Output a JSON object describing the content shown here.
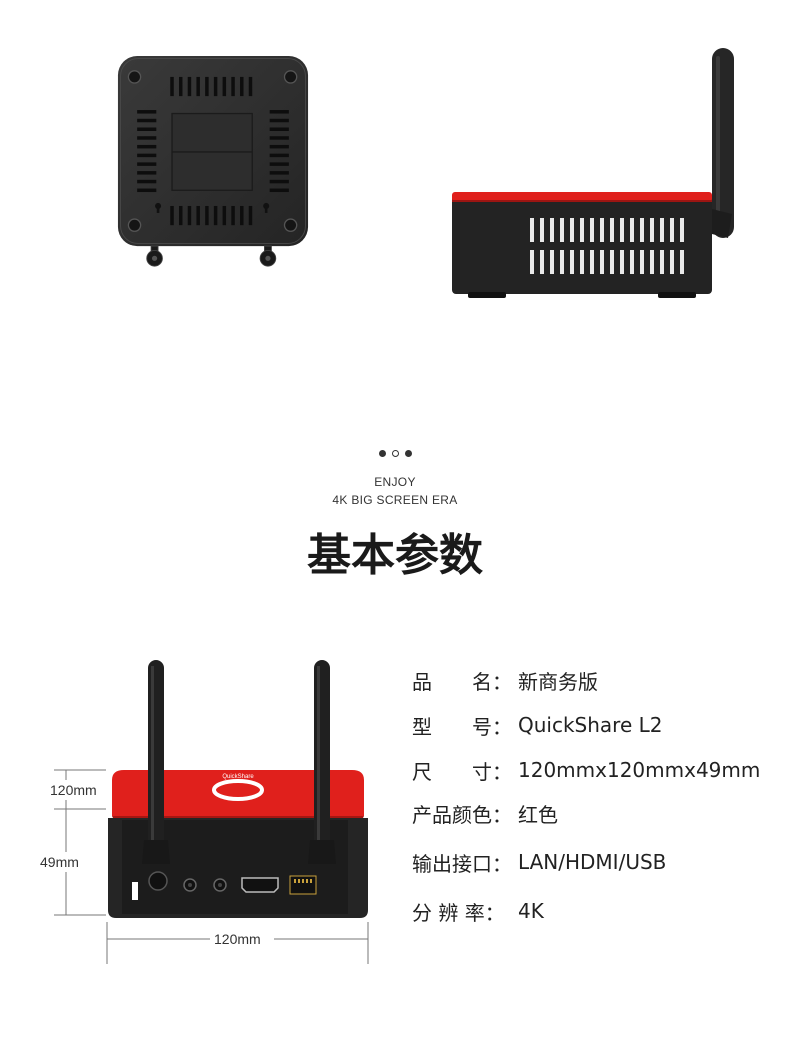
{
  "tagline": {
    "line1": "ENJOY",
    "line2": "4K BIG SCREEN ERA"
  },
  "section_title": "基本参数",
  "dimensions": {
    "top": "120mm",
    "height": "49mm",
    "width": "120mm"
  },
  "specs": [
    {
      "label": "品　　名：",
      "value": "新商务版"
    },
    {
      "label": "型　　号：",
      "value": "QuickShare L2"
    },
    {
      "label": "尺　　寸：",
      "value": "120mmx120mmx49mm"
    },
    {
      "label": "产品颜色：",
      "value": "红色"
    },
    {
      "label": "输出接口：",
      "value": "LAN/HDMI/USB"
    },
    {
      "label": "分 辨 率：",
      "value": "4K"
    }
  ],
  "colors": {
    "accent_red": "#e0201c",
    "body_black": "#1f1f1f"
  }
}
